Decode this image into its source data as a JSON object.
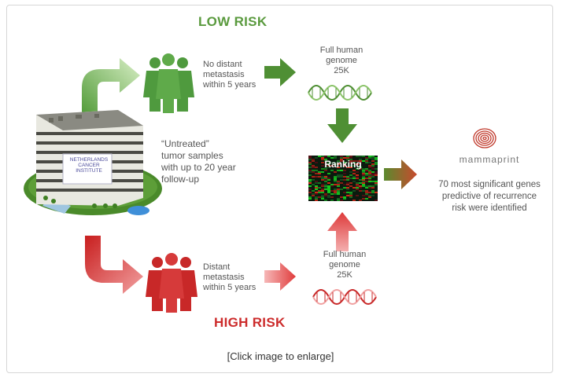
{
  "titles": {
    "low_risk": "LOW RISK",
    "high_risk": "HIGH RISK"
  },
  "low_branch": {
    "outcome_line1": "No distant",
    "outcome_line2": "metastasis",
    "outcome_line3": "within 5 years",
    "genome_line1": "Full human",
    "genome_line2": "genome",
    "genome_line3": "25K"
  },
  "high_branch": {
    "outcome_line1": "Distant",
    "outcome_line2": "metastasis",
    "outcome_line3": "within 5 years",
    "genome_line1": "Full human",
    "genome_line2": "genome",
    "genome_line3": "25K"
  },
  "samples": {
    "line1": "“Untreated”",
    "line2": "tumor samples",
    "line3": "with up to 20 year",
    "line4": "follow-up"
  },
  "building_sign": {
    "line1": "NETHERLANDS",
    "line2": "CANCER",
    "line3": "INSTITUTE"
  },
  "ranking": {
    "label": "Ranking"
  },
  "result": {
    "brand": "mammaprint",
    "line1": "70 most significant genes",
    "line2": "predictive of recurrence",
    "line3": "risk were identified"
  },
  "caption": "[Click image to enlarge]",
  "colors": {
    "low_green": "#5a9a3e",
    "arrow_green": "#4f8f34",
    "high_red": "#cc2b2b",
    "arrow_red": "#e04a4a",
    "text_gray": "#555555"
  }
}
